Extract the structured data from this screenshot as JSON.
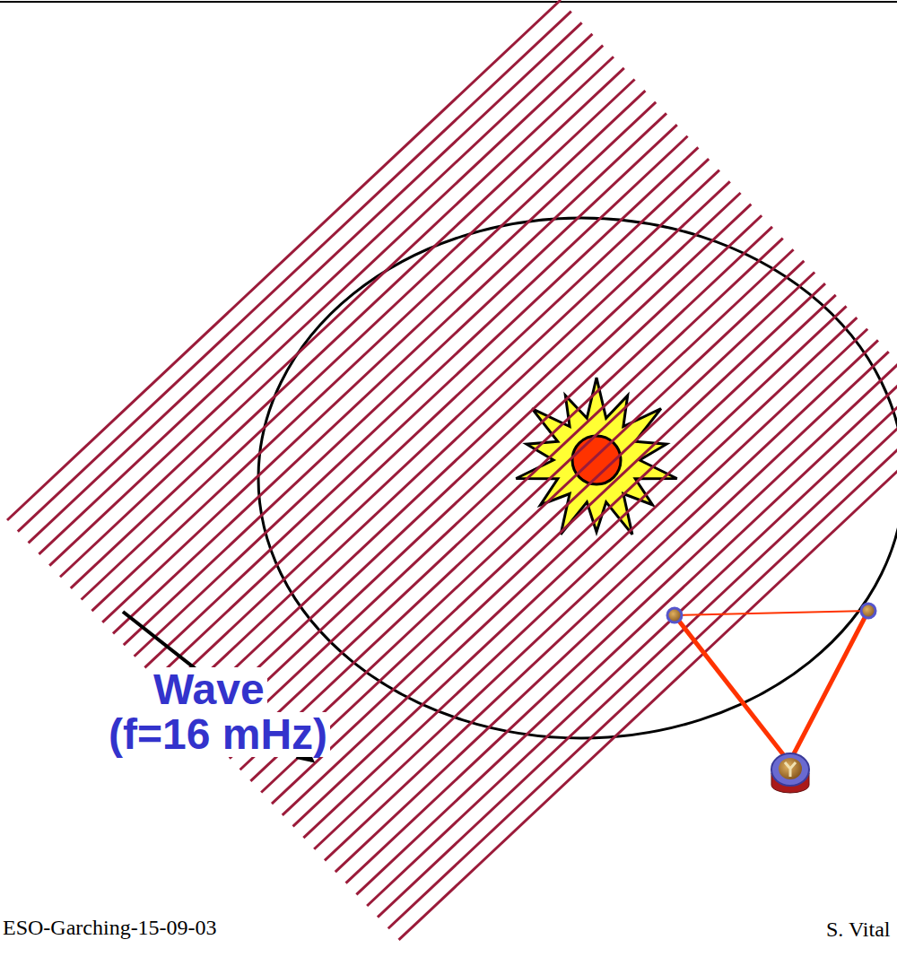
{
  "diagram": {
    "labels": [
      "Wave",
      "(f=16 mHz)",
      "ESO-Garching-15-09-03",
      "S. Vital"
    ]
  }
}
